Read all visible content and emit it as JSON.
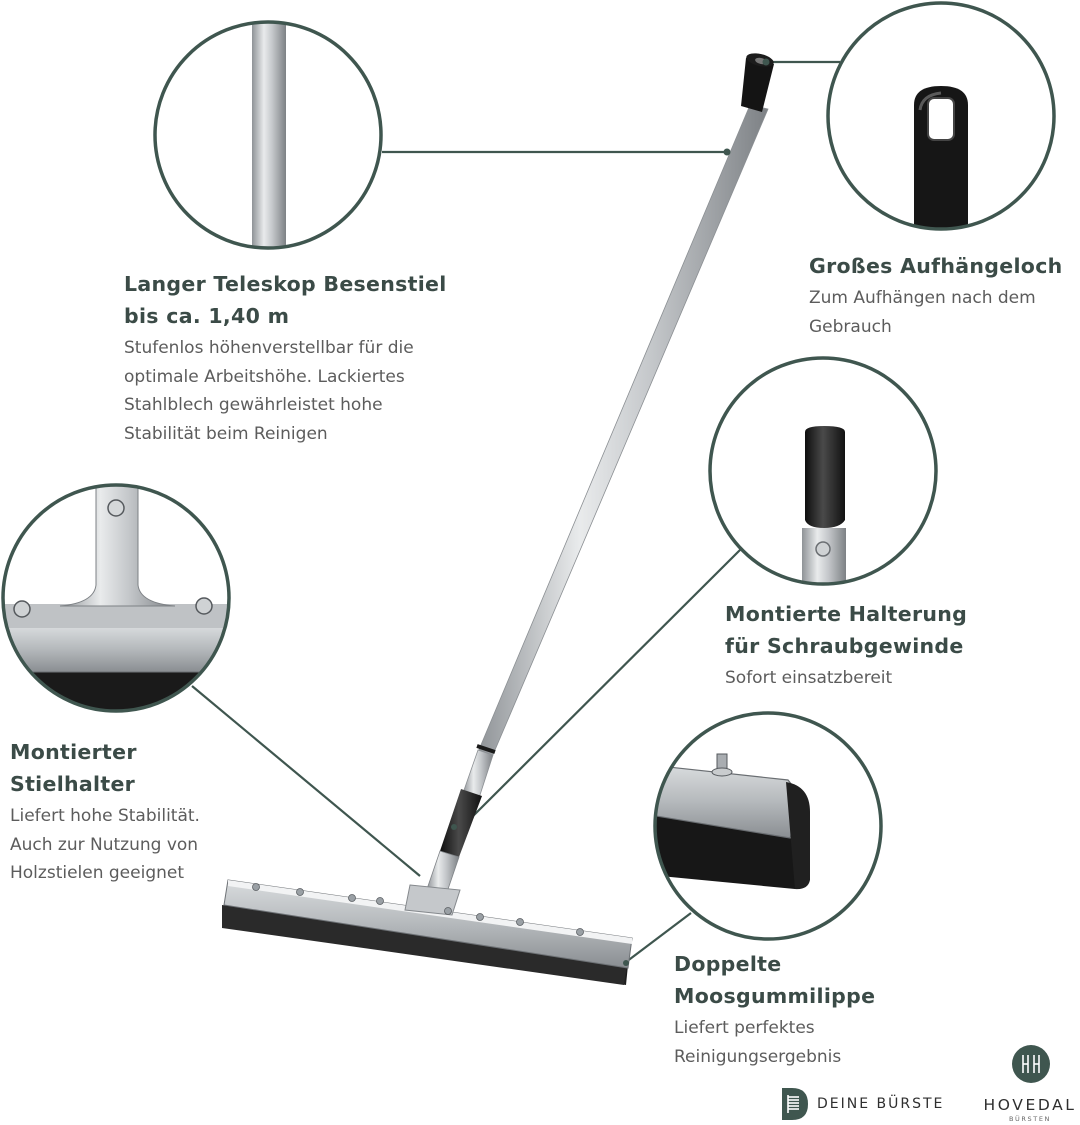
{
  "features": {
    "telescope": {
      "title_line1": "Langer Teleskop Besenstiel",
      "title_line2": "bis ca. 1,40 m",
      "desc_line1": "Stufenlos höhenverstellbar für die",
      "desc_line2": "optimale Arbeitshöhe. Lackiertes",
      "desc_line3": "Stahlblech gewährleistet hohe",
      "desc_line4": "Stabilität beim Reinigen"
    },
    "hanger": {
      "title_line1": "Großes Aufhängeloch",
      "desc_line1": "Zum Aufhängen nach dem",
      "desc_line2": "Gebrauch"
    },
    "thread": {
      "title_line1": "Montierte Halterung",
      "title_line2": "für Schraubgewinde",
      "desc_line1": "Sofort einsatzbereit"
    },
    "holder": {
      "title_line1": "Montierter",
      "title_line2": "Stielhalter",
      "desc_line1": "Liefert hohe Stabilität.",
      "desc_line2": "Auch zur Nutzung von",
      "desc_line3": "Holzstielen geeignet"
    },
    "rubber": {
      "title_line1": "Doppelte",
      "title_line2": "Moosgummilippe",
      "desc_line1": "Liefert perfektes",
      "desc_line2": "Reinigungsergebnis"
    }
  },
  "branding": {
    "deine_buerste": "DEINE BÜRSTE",
    "hovedal": "HOVEDAL",
    "hovedal_sub": "BÜRSTEN"
  },
  "colors": {
    "accent": "#3f564f",
    "heading": "#3b4b47",
    "body_text": "#5c5c5c"
  }
}
